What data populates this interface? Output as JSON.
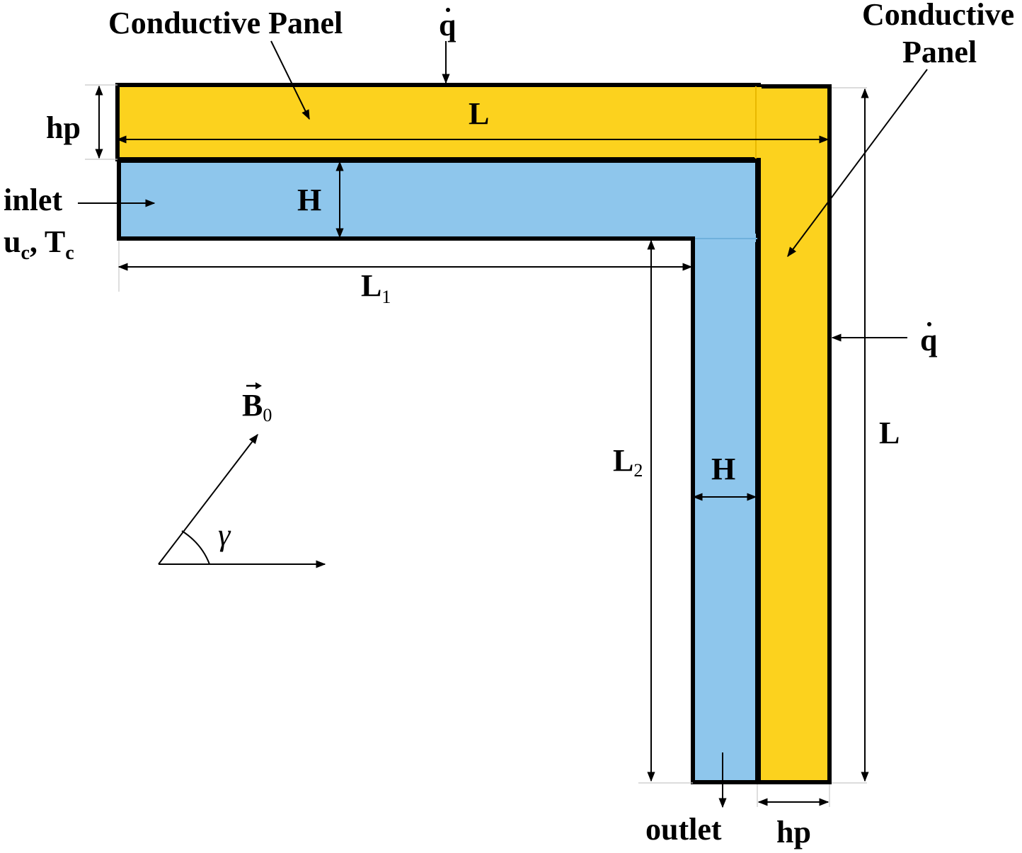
{
  "labels": {
    "panel_top": "Conductive Panel",
    "panel_right_line1": "Conductive",
    "panel_right_line2": "Panel",
    "q_top": "q",
    "q_right": "q",
    "hp_left": "hp",
    "hp_bottom": "hp",
    "L_top": "L",
    "L_right": "L",
    "H_top": "H",
    "H_vertical": "H",
    "inlet": "inlet",
    "u_main": "u",
    "u_sub": "c",
    "comma": ",",
    "T_main": "T",
    "T_sub": "c",
    "L1_main": "L",
    "L1_sub": "1",
    "L2_main": "L",
    "L2_sub": "2",
    "B_main": "B",
    "B_sub": "0",
    "gamma": "γ",
    "outlet": "outlet"
  },
  "colors": {
    "panel": "#fcd21e",
    "channel": "#8ec6ec",
    "outline": "#000000"
  }
}
